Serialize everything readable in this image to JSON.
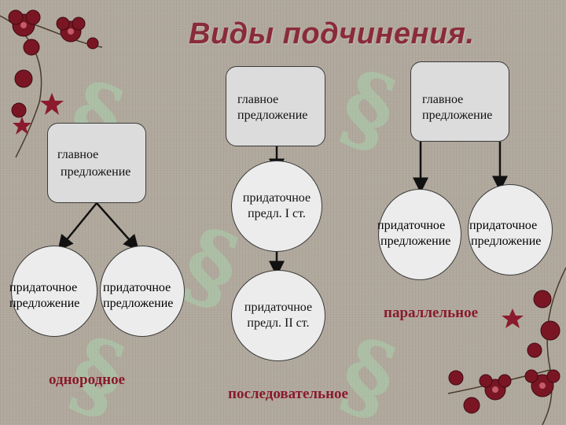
{
  "title": "Виды подчинения.",
  "groups": {
    "homogeneous": {
      "main": [
        "главное",
        "предложение"
      ],
      "sub_left": [
        "придаточное",
        "предложение"
      ],
      "sub_right": [
        "придаточное",
        "предложение"
      ],
      "caption": "однородное"
    },
    "sequential": {
      "main": [
        "главное",
        "предложение"
      ],
      "sub_1": [
        "придаточное",
        "предл. I ст."
      ],
      "sub_2": [
        "придаточное",
        "предл. II ст."
      ],
      "caption": "последовательное"
    },
    "parallel": {
      "main": [
        "главное",
        "предложение"
      ],
      "sub_left": [
        "придаточное",
        "предложение"
      ],
      "sub_right": [
        "придаточное",
        "предложение"
      ],
      "caption": "параллельное"
    }
  },
  "colors": {
    "title": "#8a2b3a",
    "caption": "#8a1a2c",
    "box_fill": "#dcdcdc",
    "circle_fill": "#ececec",
    "watermark": "#9ed9a8",
    "flower": "#7a1624"
  },
  "icons": [
    "section-sign-watermark",
    "flower-decoration",
    "star-decoration"
  ]
}
